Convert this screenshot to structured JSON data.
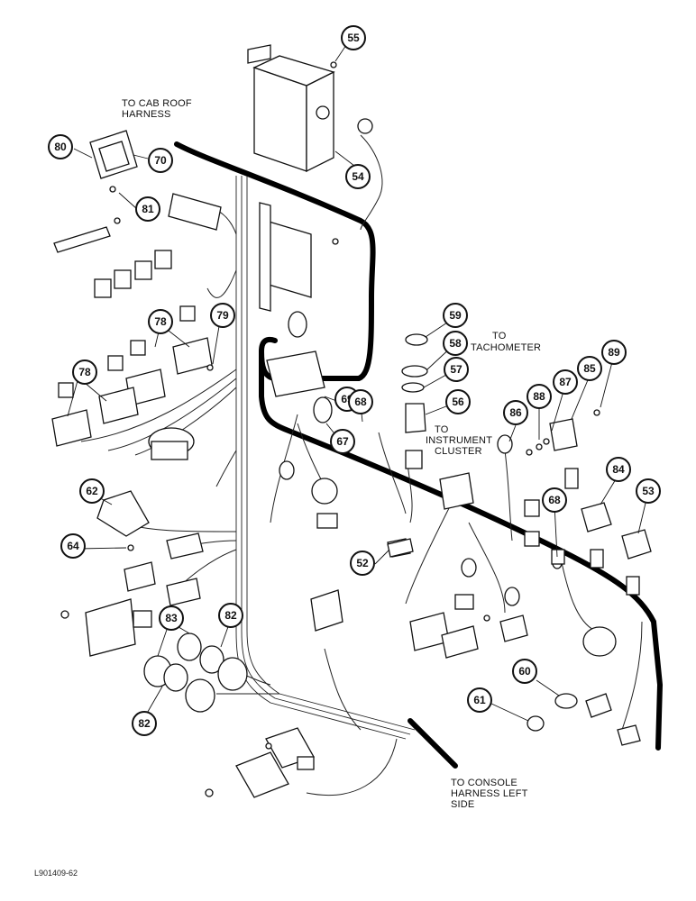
{
  "figure_id": "L901409-62",
  "labels": {
    "cab_roof_line1": "TO CAB ROOF",
    "cab_roof_line2": "HARNESS",
    "tach_line1": "TO",
    "tach_line2": "TACHOMETER",
    "instr_line1": "TO",
    "instr_line2": "INSTRUMENT",
    "instr_line3": "CLUSTER",
    "console_line1": "TO CONSOLE",
    "console_line2": "HARNESS LEFT",
    "console_line3": "SIDE"
  },
  "callouts": [
    {
      "id": "c55",
      "num": "55"
    },
    {
      "id": "c54",
      "num": "54"
    },
    {
      "id": "c80",
      "num": "80"
    },
    {
      "id": "c70",
      "num": "70"
    },
    {
      "id": "c81",
      "num": "81"
    },
    {
      "id": "c78a",
      "num": "78"
    },
    {
      "id": "c79",
      "num": "79"
    },
    {
      "id": "c78b",
      "num": "78"
    },
    {
      "id": "c59",
      "num": "59"
    },
    {
      "id": "c58",
      "num": "58"
    },
    {
      "id": "c57",
      "num": "57"
    },
    {
      "id": "c56",
      "num": "56"
    },
    {
      "id": "c69",
      "num": "69"
    },
    {
      "id": "c68a",
      "num": "68"
    },
    {
      "id": "c67",
      "num": "67"
    },
    {
      "id": "c86",
      "num": "86"
    },
    {
      "id": "c88",
      "num": "88"
    },
    {
      "id": "c87",
      "num": "87"
    },
    {
      "id": "c85",
      "num": "85"
    },
    {
      "id": "c89",
      "num": "89"
    },
    {
      "id": "c62",
      "num": "62"
    },
    {
      "id": "c64",
      "num": "64"
    },
    {
      "id": "c84",
      "num": "84"
    },
    {
      "id": "c53",
      "num": "53"
    },
    {
      "id": "c68b",
      "num": "68"
    },
    {
      "id": "c52",
      "num": "52"
    },
    {
      "id": "c83",
      "num": "83"
    },
    {
      "id": "c82a",
      "num": "82"
    },
    {
      "id": "c82b",
      "num": "82"
    },
    {
      "id": "c60",
      "num": "60"
    },
    {
      "id": "c61",
      "num": "61"
    }
  ]
}
